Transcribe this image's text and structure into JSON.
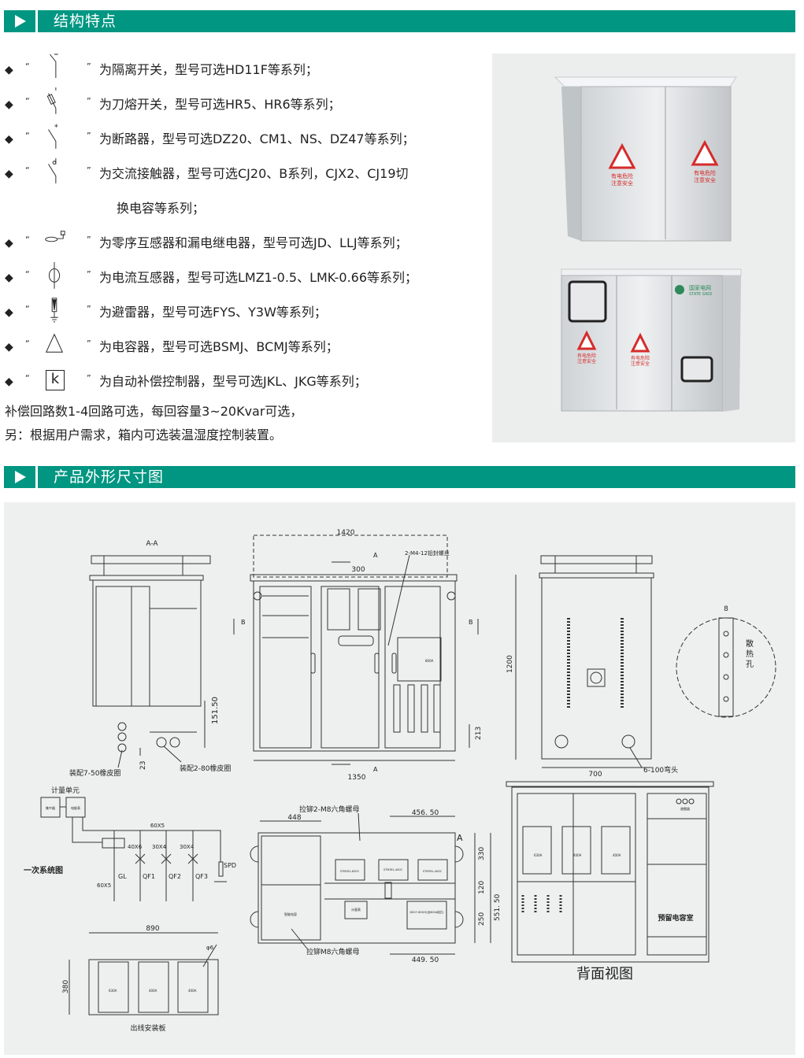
{
  "colors": {
    "accent": "#009682",
    "panel": "#eceeed",
    "warning_red": "#d62b2b"
  },
  "section1": {
    "title": "结构特点"
  },
  "items": [
    {
      "symbol": "isolating-switch-symbol",
      "text": "为隔离开关，型号可选HD11F等系列；"
    },
    {
      "symbol": "fuse-switch-symbol",
      "text": "为刀熔开关，型号可选HR5、HR6等系列；"
    },
    {
      "symbol": "circuit-breaker-symbol",
      "text": "为断路器，型号可选DZ20、CM1、NS、DZ47等系列；"
    },
    {
      "symbol": "contactor-symbol",
      "text": "为交流接触器，型号可选CJ20、B系列，CJX2、CJ19切",
      "text2": "换电容等系列；"
    },
    {
      "symbol": "zero-sequence-ct-symbol",
      "text": "为零序互感器和漏电继电器，型号可选JD、LLJ等系列；"
    },
    {
      "symbol": "current-transformer-symbol",
      "text": "为电流互感器，型号可选LMZ1-0.5、LMK-0.66等系列；"
    },
    {
      "symbol": "surge-arrester-symbol",
      "text": "为避雷器，型号可选FYS、Y3W等系列；"
    },
    {
      "symbol": "capacitor-symbol",
      "text": "为电容器，型号可选BSMJ、BCMJ等系列；"
    },
    {
      "symbol": "controller-symbol",
      "symbol_letter": "k",
      "text": "为自动补偿控制器，型号可选JKL、JKG等系列；"
    }
  ],
  "quote_open": "“",
  "quote_close": "”",
  "notes": [
    "补偿回路数1-4回路可选，每回容量3~20Kvar可选，",
    "另：根据用户需求，箱内可选装温湿度控制装置。"
  ],
  "photos": {
    "warning_text_1": "有电危险",
    "warning_text_2": "注意安全",
    "brand_cn": "国家电网",
    "brand_en": "STATE GRID"
  },
  "section2": {
    "title": "产品外形尺寸图"
  },
  "drawing": {
    "aa": {
      "title": "A-A",
      "label_left": "装配7-50橡皮圈",
      "label_right": "装配2-80橡皮圈",
      "dim_23": "23",
      "dim_151": "151.50"
    },
    "front": {
      "dim_width_top": "1420",
      "dim_300": "300",
      "label_a": "A",
      "label_b": "B",
      "bolt_label": "2-M4-12铅封螺丝",
      "dim_width_bottom": "1350",
      "dim_213": "213",
      "rating": "800A"
    },
    "side": {
      "dim_height": "1200",
      "dim_width": "700",
      "elbow_label": "6-100弯头",
      "detail_dim": "8",
      "vent_label": [
        "散",
        "热",
        "孔"
      ]
    },
    "system": {
      "meter_unit": "计量单元",
      "box1": "集中器",
      "box2": "电能表",
      "title": "一次系统图",
      "bus": "60X5",
      "feed": "60X5",
      "b1": "40X6",
      "b2": "30X4",
      "b3": "30X4",
      "spd": "SPD",
      "gl": "GL",
      "qf1": "QF1",
      "qf2": "QF2",
      "qf3": "QF3"
    },
    "plate": {
      "dim_w": "890",
      "dim_h": "380",
      "hole": "φ6",
      "ratings": [
        "630A",
        "400A",
        "400A"
      ],
      "title": "出线安装板"
    },
    "plan": {
      "nut_top": "拉铆2-M8六角螺母",
      "nut_bottom": "拉铆M8六角螺母",
      "dim_448": "448",
      "dim_456": "456. 50",
      "dim_449": "449. 50",
      "dim_330": "330",
      "dim_120": "120",
      "dim_250": "250",
      "dim_551": "551. 50",
      "label_a": "A",
      "sw": [
        "STM2EL-630C",
        "STM3EL-400C",
        "STM3EL-400C"
      ],
      "meter": "计量表",
      "ds": "DS07-600/3(含600A熔芯)",
      "cap": "智能电容"
    },
    "back": {
      "title": "背面视图",
      "reserve": "预留电容室",
      "ratings": [
        "630A",
        "400A",
        "400A"
      ],
      "arrester": "避雷器"
    }
  }
}
